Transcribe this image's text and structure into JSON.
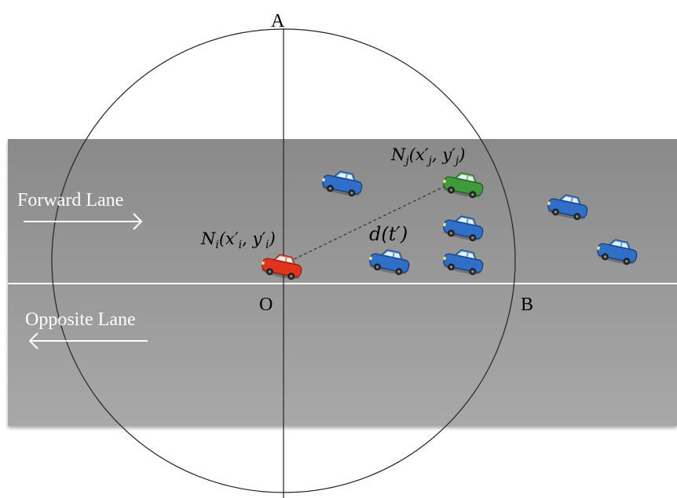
{
  "points": {
    "top": "A",
    "center": "O",
    "right": "B"
  },
  "lanes": {
    "forward": "Forward Lane",
    "opposite": "Opposite Lane"
  },
  "nodes": {
    "ni": {
      "base": "N",
      "sub": "i",
      "coords": "(x′",
      "csub": "i",
      "sep": ", y′",
      "csub2": "i",
      "close": ")"
    },
    "nj": {
      "base": "N",
      "sub": "j",
      "coords": "(x′",
      "csub": "j",
      "sep": ", y′",
      "csub2": "j",
      "close": ")"
    }
  },
  "distance": {
    "label": "d(t′)"
  },
  "colors": {
    "road_top": "#8a8a8a",
    "road_bottom": "#a9a9a9",
    "lane_divider": "#ffffff",
    "source_car": "red",
    "neighbor_car": "green",
    "other_cars": "blue"
  },
  "cars": [
    {
      "role": "other",
      "color": "blue"
    },
    {
      "role": "neighbor",
      "color": "green"
    },
    {
      "role": "other",
      "color": "blue"
    },
    {
      "role": "other",
      "color": "blue"
    },
    {
      "role": "other",
      "color": "blue"
    },
    {
      "role": "other",
      "color": "blue"
    },
    {
      "role": "other",
      "color": "blue"
    },
    {
      "role": "source",
      "color": "red"
    }
  ]
}
